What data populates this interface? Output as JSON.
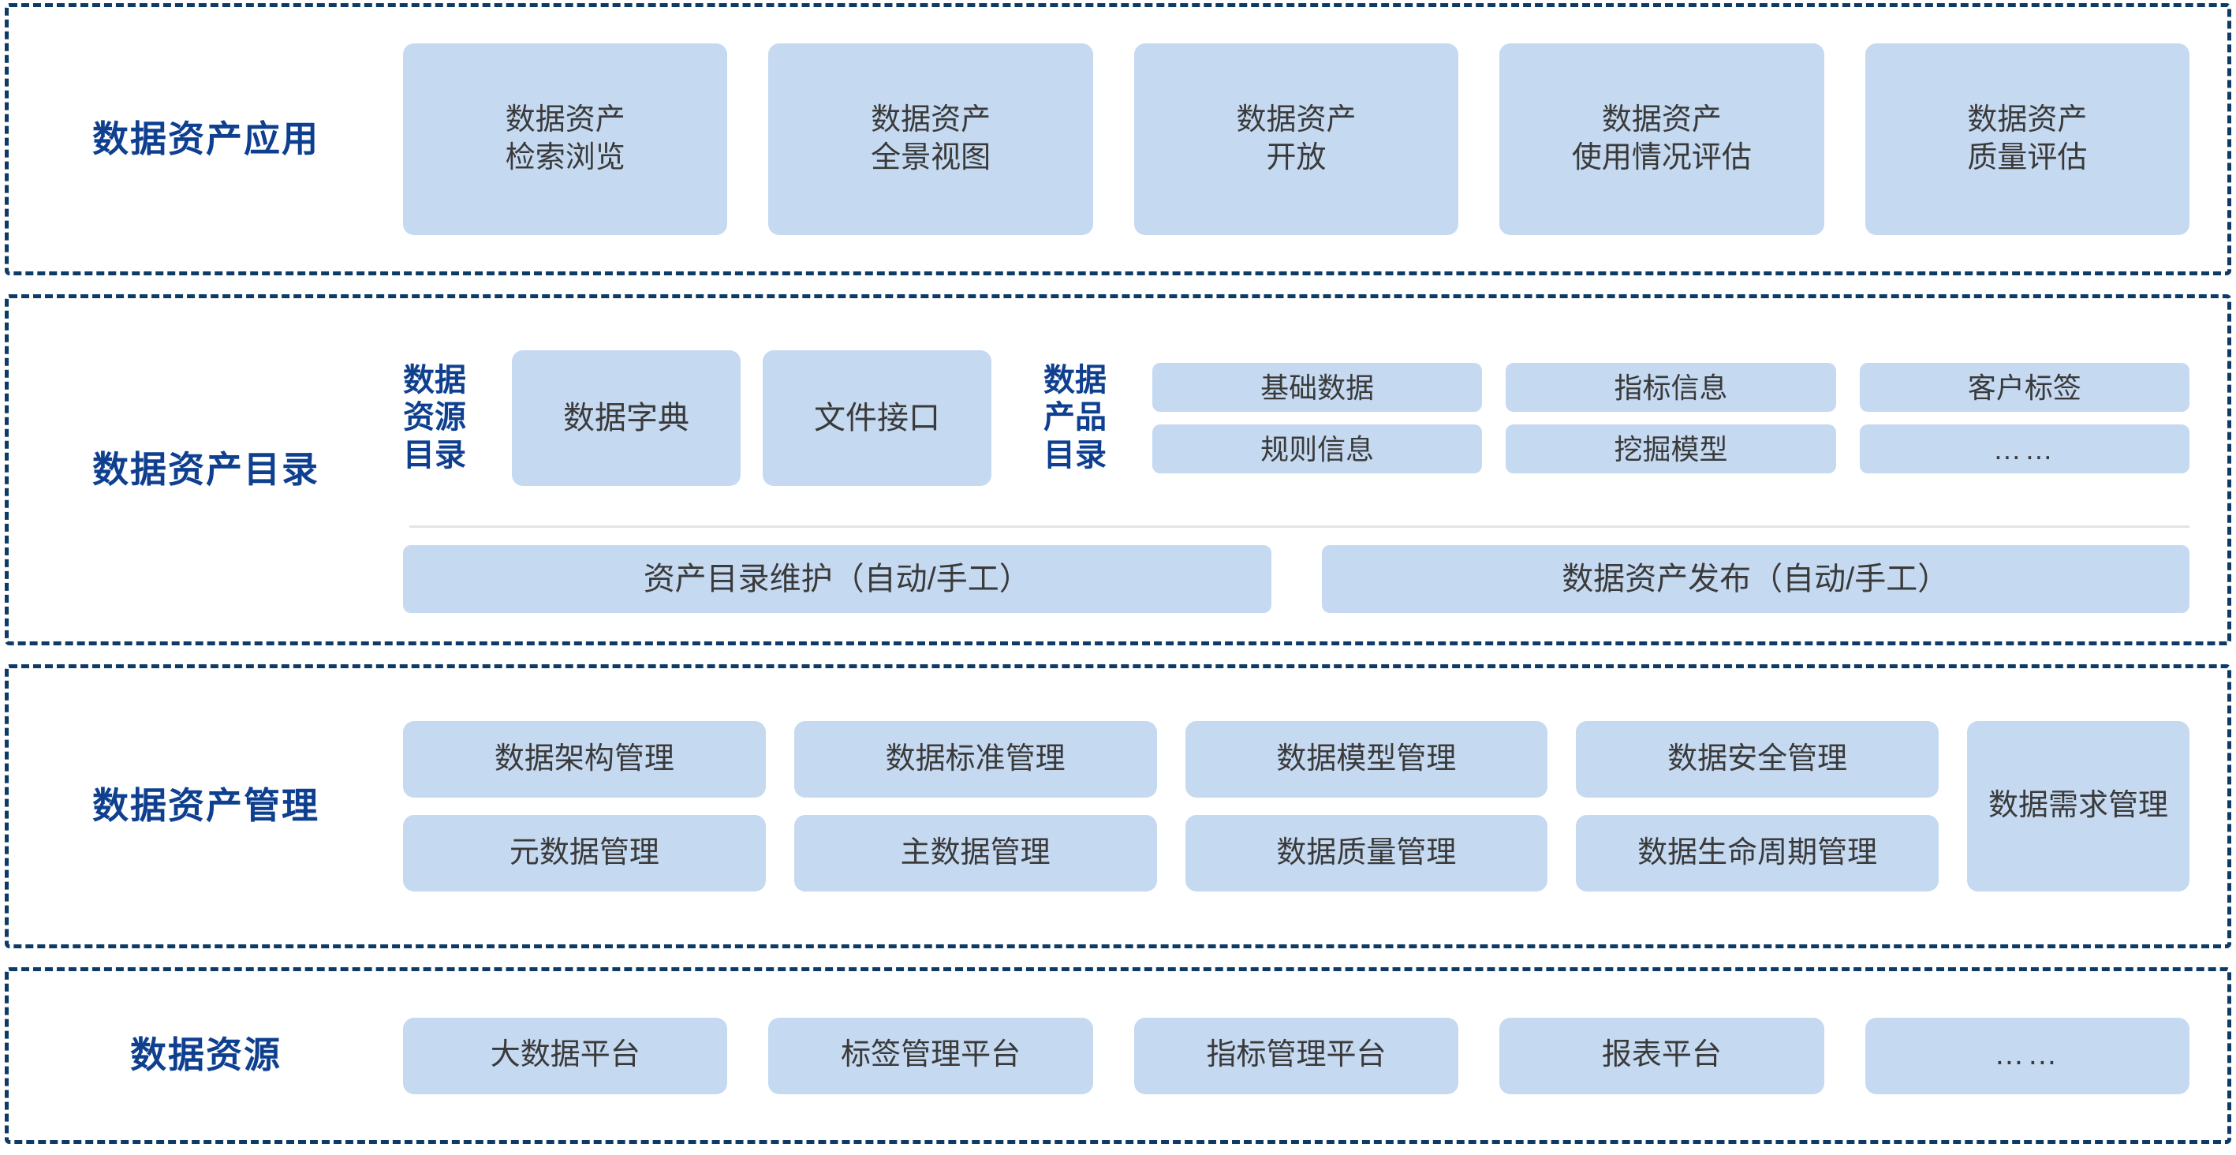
{
  "colors": {
    "card_fill": "#c5d9f1",
    "band_border": "#0d3a66",
    "label_text": "#0f4090",
    "card_text": "#3a3a3a",
    "divider": "#e4e4e4"
  },
  "layers": {
    "application": {
      "label": "数据资产应用",
      "cards": [
        "数据资产\n检索浏览",
        "数据资产\n全景视图",
        "数据资产\n开放",
        "数据资产\n使用情况评估",
        "数据资产\n质量评估"
      ]
    },
    "catalog": {
      "label": "数据资产目录",
      "resource_group": {
        "label": "数据\n资源\n目录",
        "cards": [
          "数据字典",
          "文件接口"
        ]
      },
      "product_group": {
        "label": "数据\n产品\n目录",
        "cards": [
          "基础数据",
          "指标信息",
          "客户标签",
          "规则信息",
          "挖掘模型",
          "……"
        ]
      },
      "bottom_cards": [
        "资产目录维护（自动/手工）",
        "数据资产发布（自动/手工）"
      ]
    },
    "management": {
      "label": "数据资产管理",
      "grid_cards": [
        "数据架构管理",
        "数据标准管理",
        "数据模型管理",
        "数据安全管理",
        "元数据管理",
        "主数据管理",
        "数据质量管理",
        "数据生命周期管理"
      ],
      "tall_card": "数据需求管理"
    },
    "resource": {
      "label": "数据资源",
      "cards": [
        "大数据平台",
        "标签管理平台",
        "指标管理平台",
        "报表平台",
        "……"
      ]
    }
  }
}
